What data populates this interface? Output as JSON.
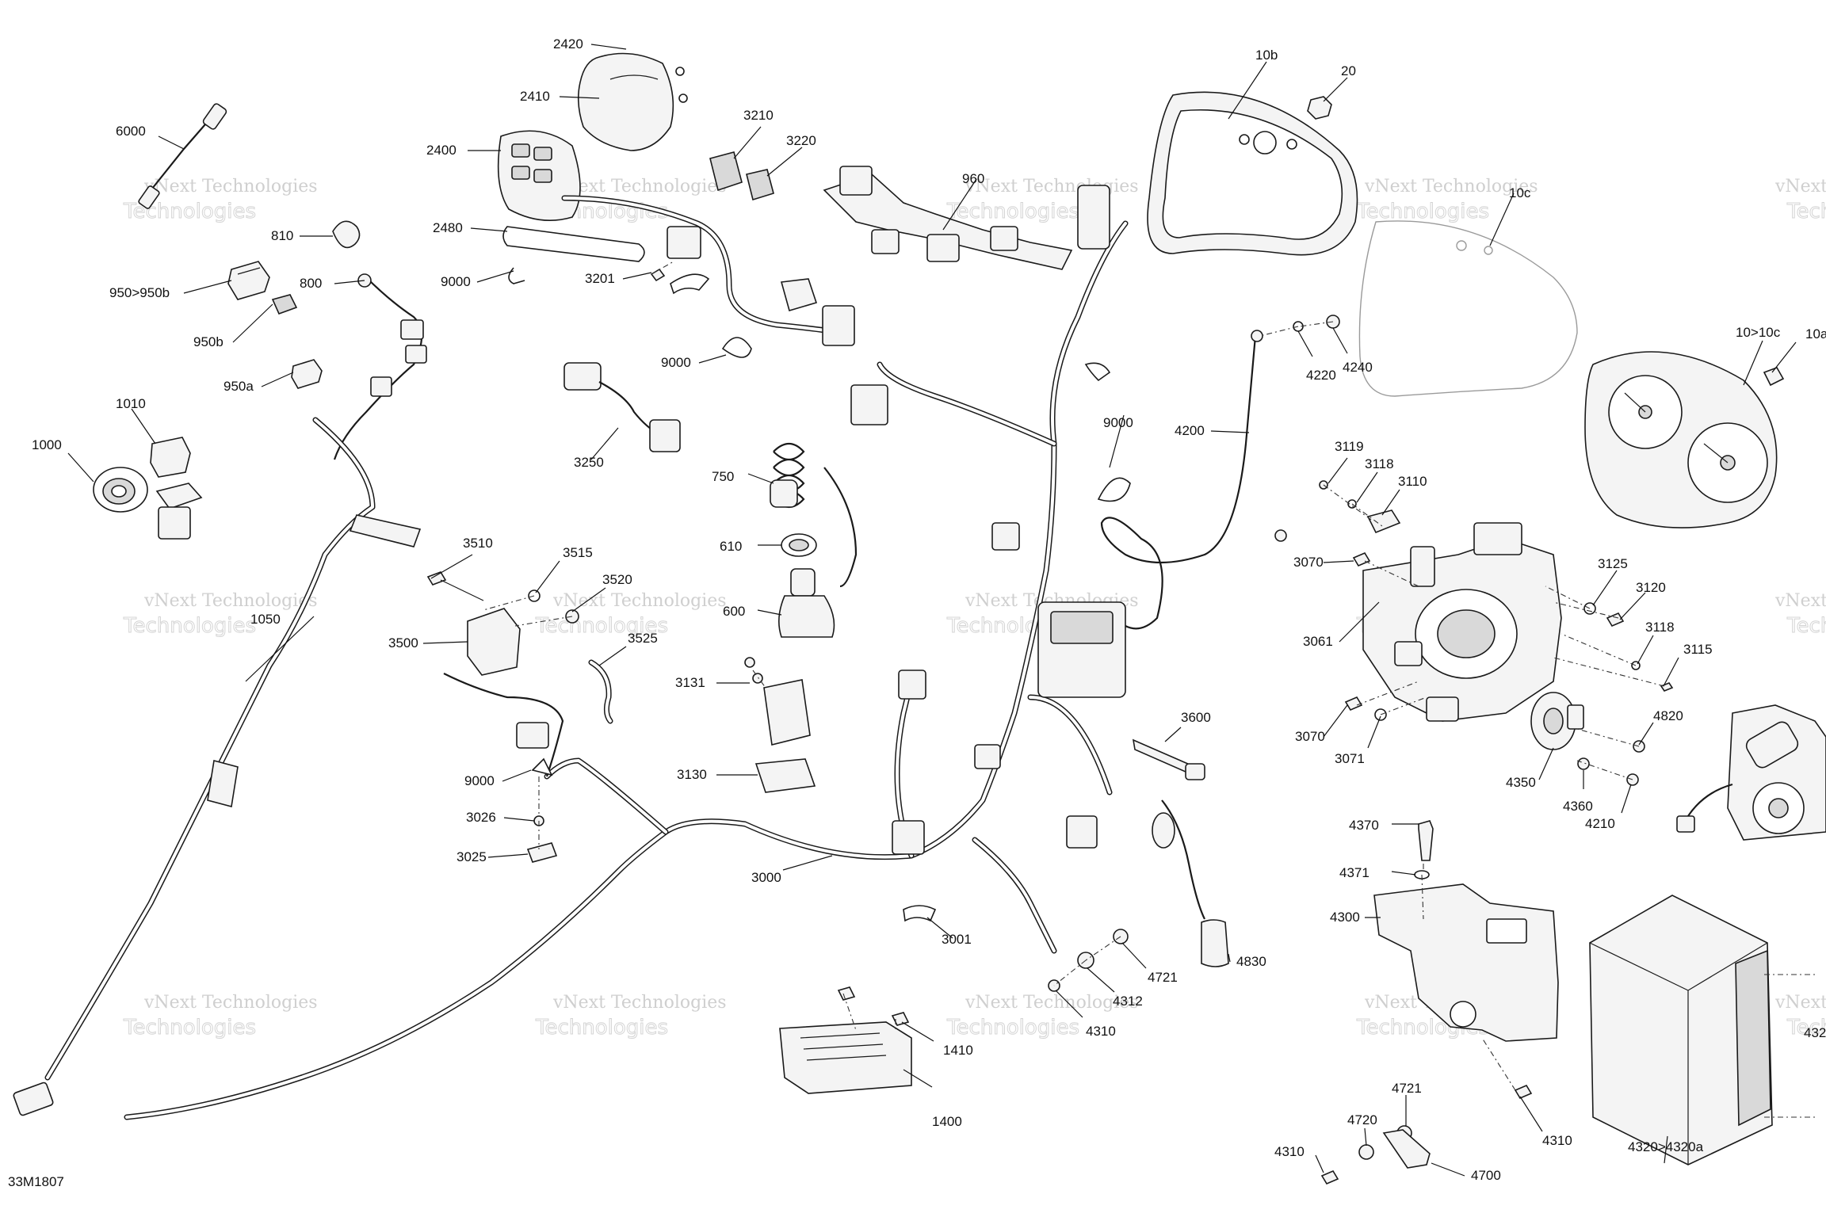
{
  "diagram_id": "33M1807",
  "watermark": {
    "line1": "vNext Technologies",
    "line2": "Technologies"
  },
  "labels": {
    "l2420": "2420",
    "l2410": "2410",
    "l2400": "2400",
    "l2480": "2480",
    "l6000": "6000",
    "l810": "810",
    "l9000a": "9000",
    "l950950b": "950>950b",
    "l800": "800",
    "l950b": "950b",
    "l950a": "950a",
    "l1010": "1010",
    "l1000": "1000",
    "l3210": "3210",
    "l3220": "3220",
    "l3201": "3201",
    "l9000b": "9000",
    "l3250": "3250",
    "l750": "750",
    "l610": "610",
    "l600": "600",
    "l960": "960",
    "l10b": "10b",
    "l20": "20",
    "l10c": "10c",
    "l1010c": "10>10c",
    "l10a": "10a",
    "l4220": "4220",
    "l4240": "4240",
    "l9000c": "9000",
    "l4200": "4200",
    "l3119": "3119",
    "l3118a": "3118",
    "l3110": "3110",
    "l3070a": "3070",
    "l3125": "3125",
    "l3120": "3120",
    "l3118b": "3118",
    "l3115": "3115",
    "l3061": "3061",
    "l3070b": "3070",
    "l3071": "3071",
    "l4820": "4820",
    "l4350": "4350",
    "l4360": "4360",
    "l4210": "4210",
    "l3510": "3510",
    "l3515": "3515",
    "l3520": "3520",
    "l3500": "3500",
    "l3525": "3525",
    "l1050": "1050",
    "l3131": "3131",
    "l3130": "3130",
    "l9000d": "9000",
    "l3026": "3026",
    "l3025": "3025",
    "l3000": "3000",
    "l3600": "3600",
    "l3001": "3001",
    "l4721a": "4721",
    "l4312": "4312",
    "l4310a": "4310",
    "l4830": "4830",
    "l1410": "1410",
    "l1400": "1400",
    "l4370": "4370",
    "l4371": "4371",
    "l4300": "4300",
    "l4310b": "4310",
    "l4721b": "4721",
    "l4720": "4720",
    "l4310c": "4310",
    "l4700": "4700",
    "l43204320a": "4320>4320a",
    "l432": "432"
  }
}
